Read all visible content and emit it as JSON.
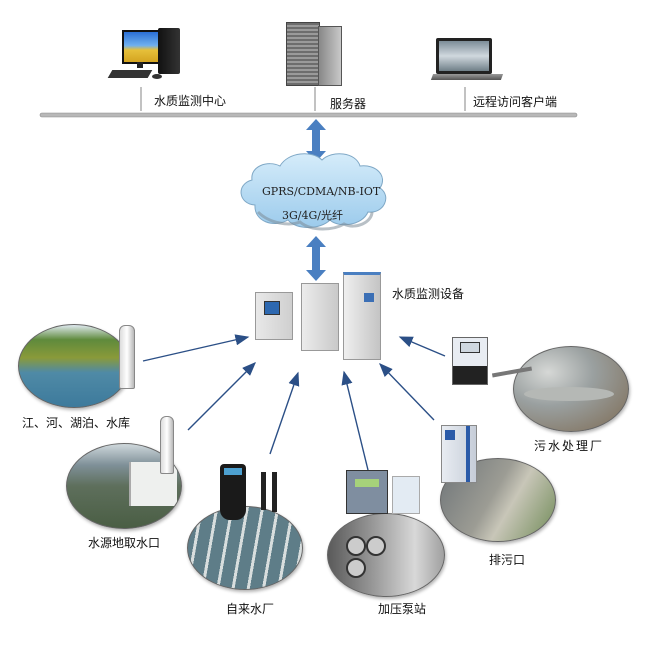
{
  "top_bar": {
    "nodes": [
      {
        "label": "水质监测中心",
        "icon": "desktop-pc-icon"
      },
      {
        "label": "服务器",
        "icon": "server-tower-icon"
      },
      {
        "label": "远程访问客户端",
        "icon": "laptop-icon"
      }
    ]
  },
  "network": {
    "line1": "GPRS/CDMA/NB-IOT",
    "line2": "3G/4G/光纤"
  },
  "equipment": {
    "label": "水质监测设备"
  },
  "sites": [
    {
      "label": "江、河、湖泊、水库"
    },
    {
      "label": "水源地取水口"
    },
    {
      "label": "自来水厂"
    },
    {
      "label": "加压泵站"
    },
    {
      "label": "排污口"
    },
    {
      "label": "污水处理厂"
    }
  ],
  "colors": {
    "arrow_double": "#4a7fc1",
    "arrow_single": "#2b4f86",
    "cloud": "#b9dcf3",
    "bus": "#b0b0b0"
  }
}
